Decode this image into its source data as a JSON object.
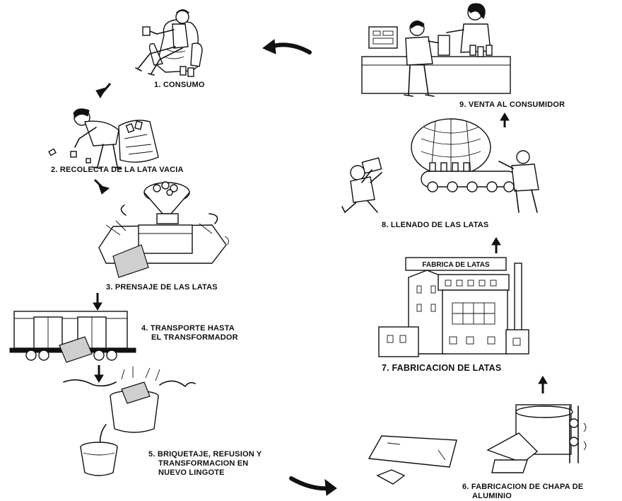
{
  "steps": [
    {
      "id": 1,
      "label": "1. CONSUMO"
    },
    {
      "id": 2,
      "label": "2. RECOLECTA DE LA LATA VACIA"
    },
    {
      "id": 3,
      "label": "3. PRENSAJE DE LAS LATAS"
    },
    {
      "id": 4,
      "label_line1": "4. TRANSPORTE HASTA",
      "label_line2": "EL TRANSFORMADOR"
    },
    {
      "id": 5,
      "label_line1": "5. BRIQUETAJE, REFUSION Y",
      "label_line2": "TRANSFORMACION EN",
      "label_line3": "NUEVO LINGOTE"
    },
    {
      "id": 6,
      "label_line1": "6. FABRICACION DE CHAPA DE",
      "label_line2": "ALUMINIO"
    },
    {
      "id": 7,
      "label": "7. FABRICACION DE LATAS"
    },
    {
      "id": 8,
      "label": "8. LLENADO DE LAS LATAS"
    },
    {
      "id": 9,
      "label": "9. VENTA AL CONSUMIDOR"
    }
  ],
  "factory_sign": "FABRICA DE LATAS",
  "colors": {
    "ink": "#111111",
    "background": "#ffffff"
  }
}
